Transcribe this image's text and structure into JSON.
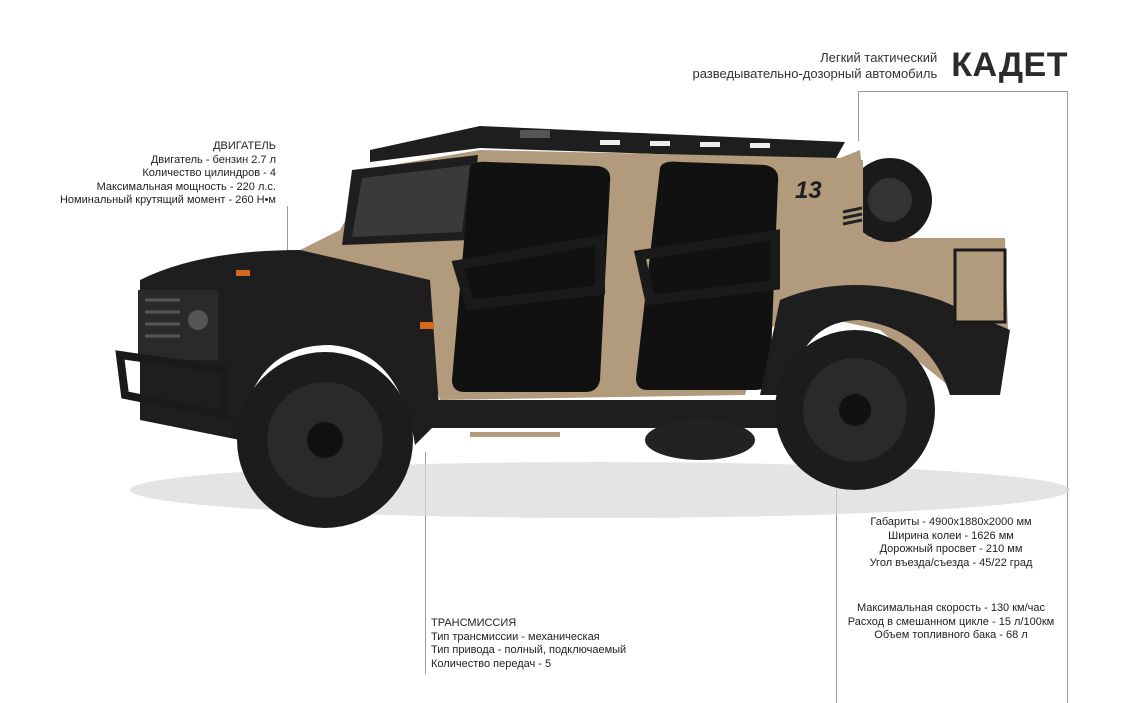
{
  "title": {
    "subtitle_line1": "Легкий тактический",
    "subtitle_line2": "разведывательно-дозорный автомобиль",
    "brand": "КАДЕТ"
  },
  "engine": {
    "heading": "ДВИГАТЕЛЬ",
    "lines": [
      "Двигатель - бензин 2.7 л",
      "Количество цилиндров - 4",
      "Максимальная мощность -  220 л.с.",
      "Номинальный крутящий момент -  260 Н•м"
    ]
  },
  "transmission": {
    "heading": "ТРАНСМИССИЯ",
    "lines": [
      "Тип трансмиссии - механическая",
      "Тип привода - полный, подключаемый",
      "Количество передач - 5"
    ]
  },
  "dimensions": {
    "lines": [
      "Габариты - 4900х1880х2000 мм",
      "Ширина колеи - 1626 мм",
      "Дорожный просвет - 210 мм",
      "Угол въезда/съезда - 45/22 град"
    ]
  },
  "performance": {
    "lines": [
      "Максимальная скорость - 130 км/час",
      "Расход в смешанном цикле - 15 л/100км",
      "Объем топливного бака - 68 л"
    ]
  },
  "vehicle": {
    "door_number": "13"
  },
  "colors": {
    "body_tan": "#b29b7c",
    "dark": "#1e1e1e",
    "accent_orange": "#d4691e"
  }
}
